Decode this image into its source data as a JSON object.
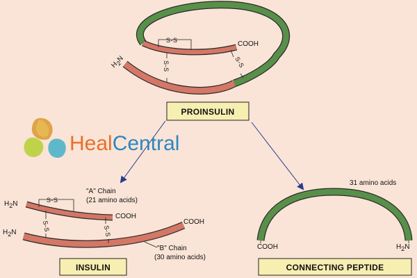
{
  "proinsulin": {
    "label": "PROINSULIN",
    "cooh": "COOH",
    "h2n": "H",
    "h2n_sub": "2",
    "h2n_n": "N",
    "ss_top": "S-S",
    "ss_left": "S-S",
    "ss_right": "S-S"
  },
  "insulin": {
    "label": "INSULIN",
    "a_chain_title": "\"A\" Chain",
    "a_chain_count": "(21 amino acids)",
    "b_chain_title": "\"B\" Chain",
    "b_chain_count": "(30 amino acids)",
    "a_h2n": "H",
    "a_h2n_sub": "2",
    "a_h2n_n": "N",
    "b_h2n": "H",
    "b_h2n_sub": "2",
    "b_h2n_n": "N",
    "a_cooh": "COOH",
    "b_cooh": "COOH",
    "ss_top": "S-S",
    "ss_left": "S-S",
    "ss_right": "S-S"
  },
  "connecting_peptide": {
    "label": "CONNECTING PEPTIDE",
    "count": "31 amino acids",
    "cooh": "COOH",
    "h2n": "H",
    "h2n_sub": "2",
    "h2n_n": "N"
  },
  "watermark": {
    "part1": "Heal",
    "part2": "Central",
    "color1": "#e8702a",
    "color2": "#2e86c1"
  },
  "colors": {
    "background": "#f9e4d7",
    "chain_red": "#d47766",
    "chain_green": "#58904a",
    "label_box": "#f7eeb1",
    "arrow": "#2b3a8c"
  }
}
